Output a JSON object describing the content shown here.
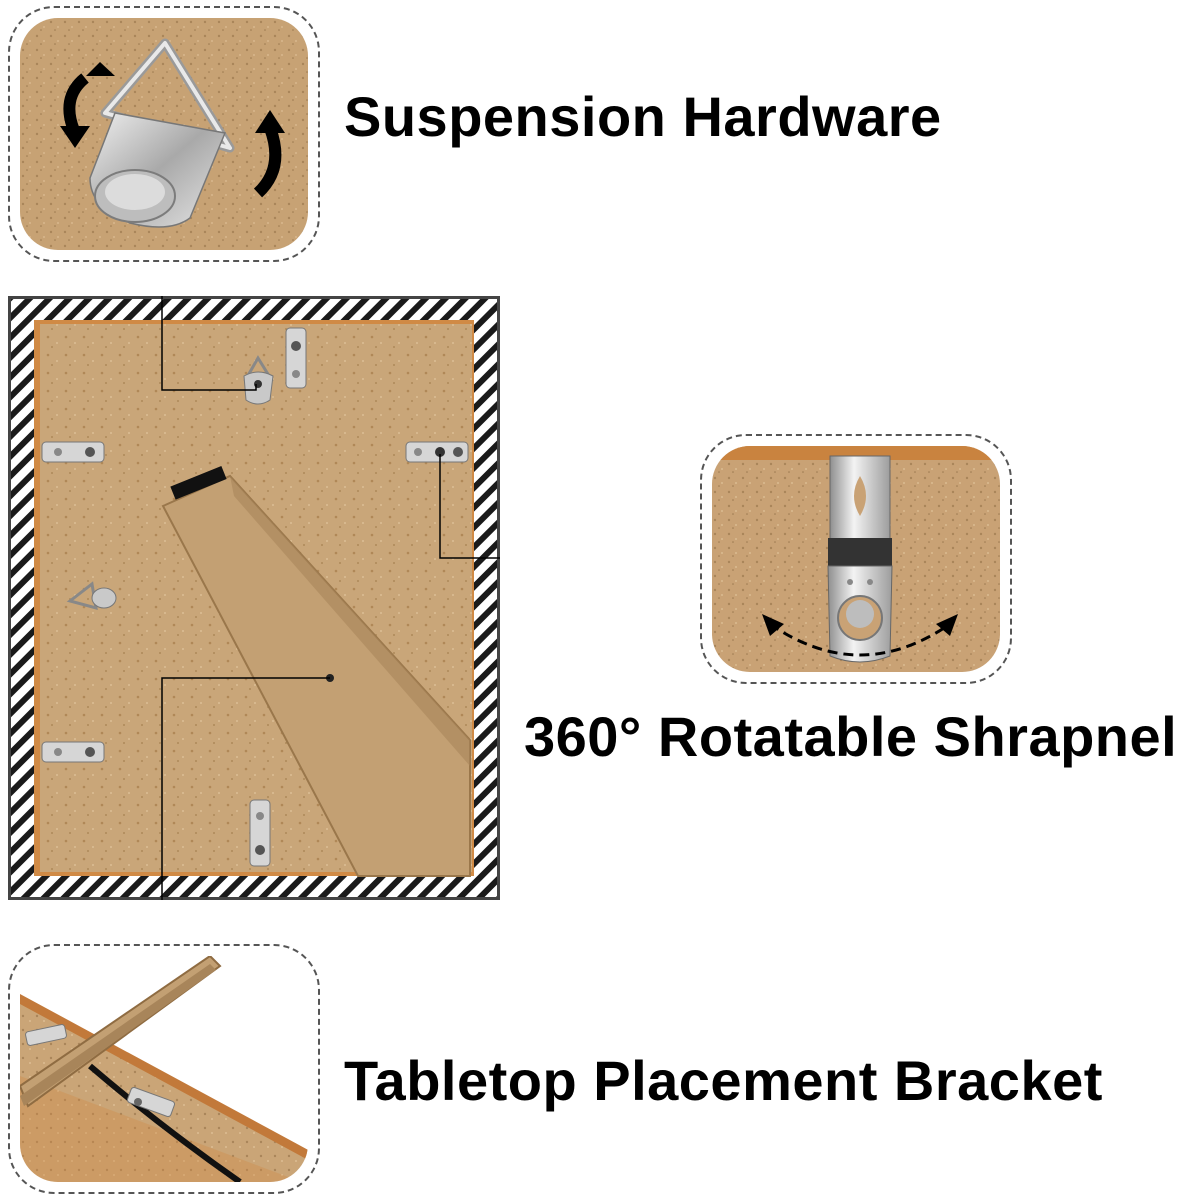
{
  "labels": {
    "suspension": "Suspension Hardware",
    "rotatable": "360° Rotatable Shrapnel",
    "bracket": "Tabletop Placement Bracket"
  },
  "colors": {
    "cardboard": "#c9a679",
    "cardboard_dark": "#b58f5f",
    "frame_stripe": "#1a1a1a",
    "metal": "#c9c9c9",
    "wood_edge": "#c07a3b"
  }
}
